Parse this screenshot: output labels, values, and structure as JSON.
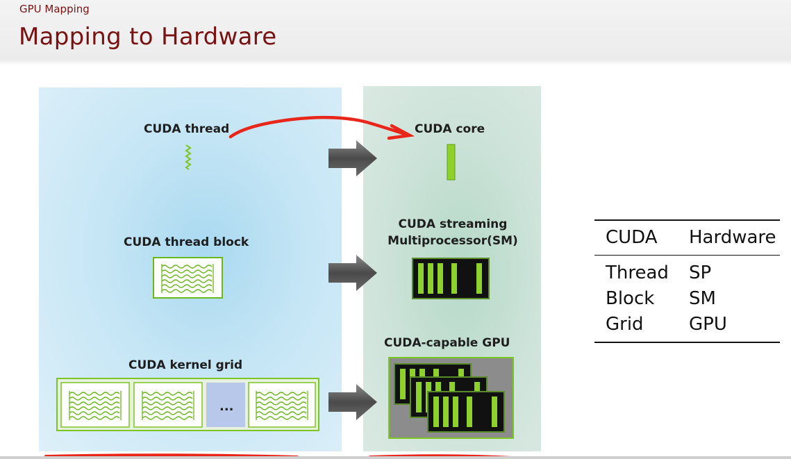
{
  "slide": {
    "section": "GPU Mapping",
    "title": "Mapping to Hardware"
  },
  "diagram": {
    "software": {
      "thread": "CUDA thread",
      "block": "CUDA thread block",
      "grid": "CUDA kernel grid",
      "ellipsis": "..."
    },
    "hardware": {
      "core": "CUDA core",
      "sm_line1": "CUDA streaming",
      "sm_line2": "Multiprocessor(SM)",
      "gpu": "CUDA-capable GPU"
    }
  },
  "table": {
    "headers": [
      "CUDA",
      "Hardware"
    ],
    "rows": [
      [
        "Thread",
        "SP"
      ],
      [
        "Block",
        "SM"
      ],
      [
        "Grid",
        "GPU"
      ]
    ]
  },
  "colors": {
    "title": "#7a1111",
    "annotation": "#e8261a",
    "green": "#7dc520",
    "arrow": "#5a5a5a"
  }
}
